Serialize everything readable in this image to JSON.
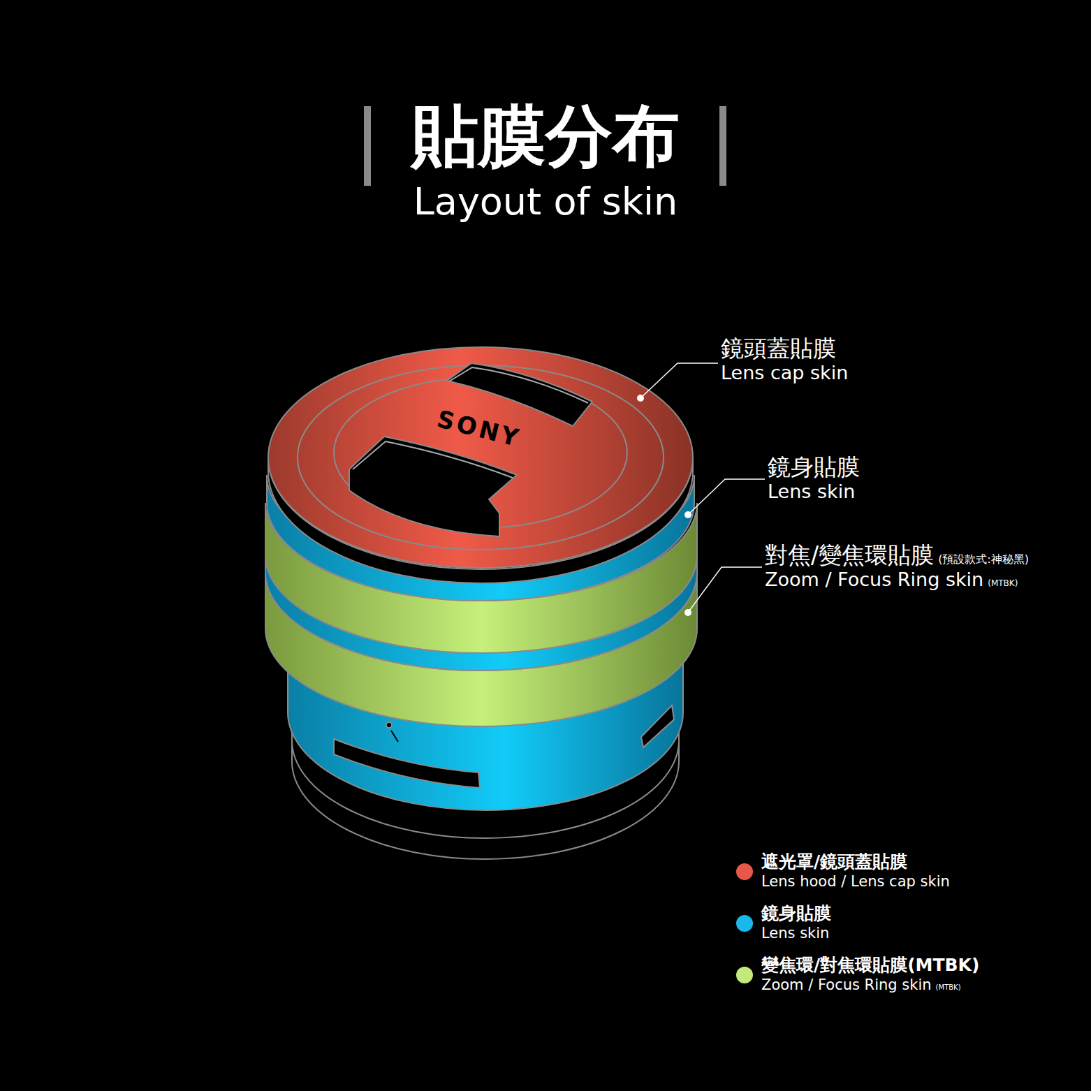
{
  "diagram": {
    "title": "貼膜分布",
    "labels": [
      "Layout of skin",
      "鏡頭蓋貼膜",
      "Lens cap skin",
      "鏡身貼膜",
      "Lens skin",
      "對焦/變焦環貼膜",
      "(預設款式:神秘黑)",
      "Zoom / Focus Ring skin",
      "(MTBK)",
      "SONY",
      "Lens hood / Lens cap skin",
      "Lens skin",
      "Zoom / Focus Ring skin",
      "(MTBK)"
    ],
    "legend": [
      {
        "text": "遮光罩/鏡頭蓋貼膜",
        "color": "#e8584a"
      },
      {
        "text": "鏡身貼膜",
        "color": "#1ab8e8"
      },
      {
        "text": "變焦環/對焦環貼膜(MTBK)",
        "color": "#c2ea7a"
      }
    ]
  }
}
